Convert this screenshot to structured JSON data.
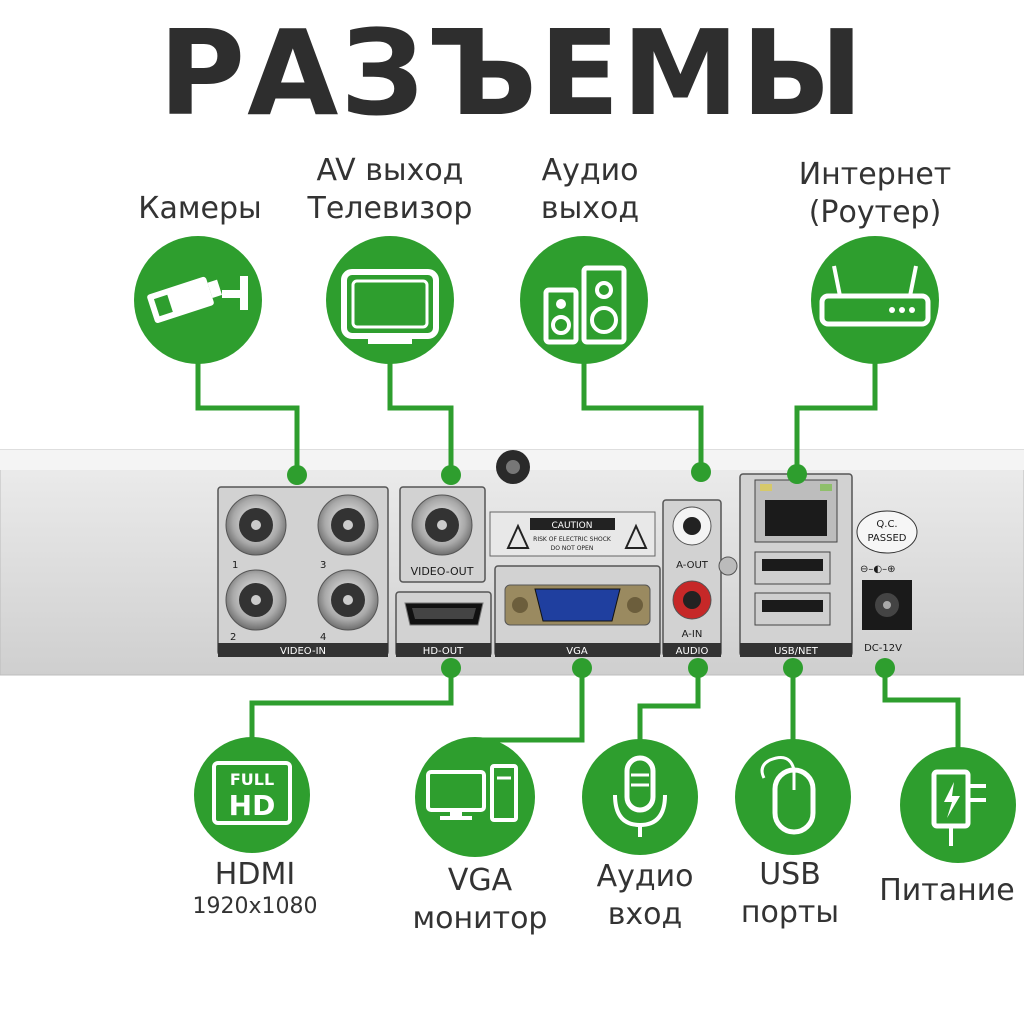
{
  "title": "РАЗЪЕМЫ",
  "top_labels": {
    "cameras": "Камеры",
    "av_line1": "AV выход",
    "av_line2": "Телевизор",
    "audio_out_line1": "Аудио",
    "audio_out_line2": "выход",
    "internet_line1": "Интернет",
    "internet_line2": "(Роутер)"
  },
  "bottom_labels": {
    "hdmi": "HDMI",
    "hdmi_res": "1920x1080",
    "vga_line1": "VGA",
    "vga_line2": "монитор",
    "audio_in_line1": "Аудио",
    "audio_in_line2": "вход",
    "usb_line1": "USB",
    "usb_line2": "порты",
    "power": "Питание"
  },
  "panel": {
    "video_in": "VIDEO-IN",
    "video_out": "VIDEO-OUT",
    "hd_out": "HD-OUT",
    "vga": "VGA",
    "audio": "AUDIO",
    "a_out": "A-OUT",
    "a_in": "A-IN",
    "usb_net": "USB/NET",
    "dc": "DC-12V",
    "caution": "CAUTION",
    "caution_line1": "RISK OF ELECTRIC SHOCK",
    "caution_line2": "DO NOT OPEN",
    "qc_line1": "Q.C.",
    "qc_line2": "PASSED",
    "port_numbers": [
      "1",
      "3",
      "2",
      "4"
    ]
  },
  "icon_texts": {
    "full": "FULL",
    "hd": "HD"
  },
  "colors": {
    "green": "#2e9e2e",
    "title": "#2e2e2e",
    "panel": "#d9d9d9"
  }
}
